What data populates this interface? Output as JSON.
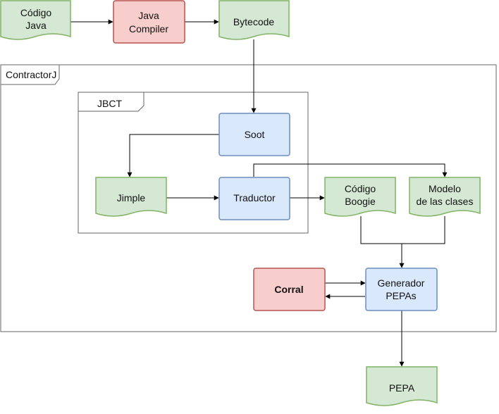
{
  "colors": {
    "green_fill": "#d5e8d4",
    "green_stroke": "#82b366",
    "red_fill": "#f8cecc",
    "red_stroke": "#b85450",
    "blue_fill": "#dae8fc",
    "blue_stroke": "#6c8ebf",
    "container_stroke": "#666666",
    "edge": "#000000"
  },
  "containers": {
    "contractorj": "ContractorJ",
    "jbct": "JBCT"
  },
  "nodes": {
    "codigo_java": [
      "Código",
      "Java"
    ],
    "java_compiler": [
      "Java",
      "Compiler"
    ],
    "bytecode": [
      "Bytecode"
    ],
    "soot": [
      "Soot"
    ],
    "jimple": [
      "Jimple"
    ],
    "traductor": [
      "Traductor"
    ],
    "codigo_boogie": [
      "Código",
      "Boogie"
    ],
    "modelo_clases": [
      "Modelo",
      "de las clases"
    ],
    "corral": [
      "Corral"
    ],
    "generador_pepas": [
      "Generador",
      "PEPAs"
    ],
    "pepa": [
      "PEPA"
    ]
  }
}
